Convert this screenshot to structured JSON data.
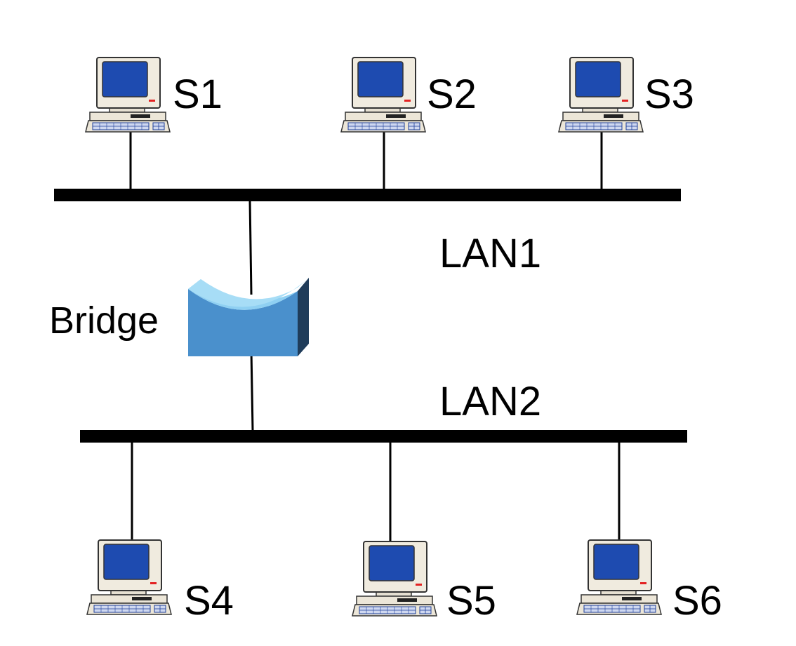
{
  "diagram": {
    "bridge_label": "Bridge",
    "lan1_label": "LAN1",
    "lan2_label": "LAN2",
    "stations": {
      "s1": "S1",
      "s2": "S2",
      "s3": "S3",
      "s4": "S4",
      "s5": "S5",
      "s6": "S6"
    }
  },
  "colors": {
    "background": "#ffffff",
    "bus": "#000000",
    "bridge_front": "#4a90cc",
    "bridge_top": "#8fd0f2",
    "bridge_side": "#1f3c5a",
    "monitor_screen": "#1e4bb0",
    "computer_body": "#efe9dd"
  },
  "icons": {
    "station": "desktop-computer-icon",
    "bridge": "bridge-device-icon"
  }
}
